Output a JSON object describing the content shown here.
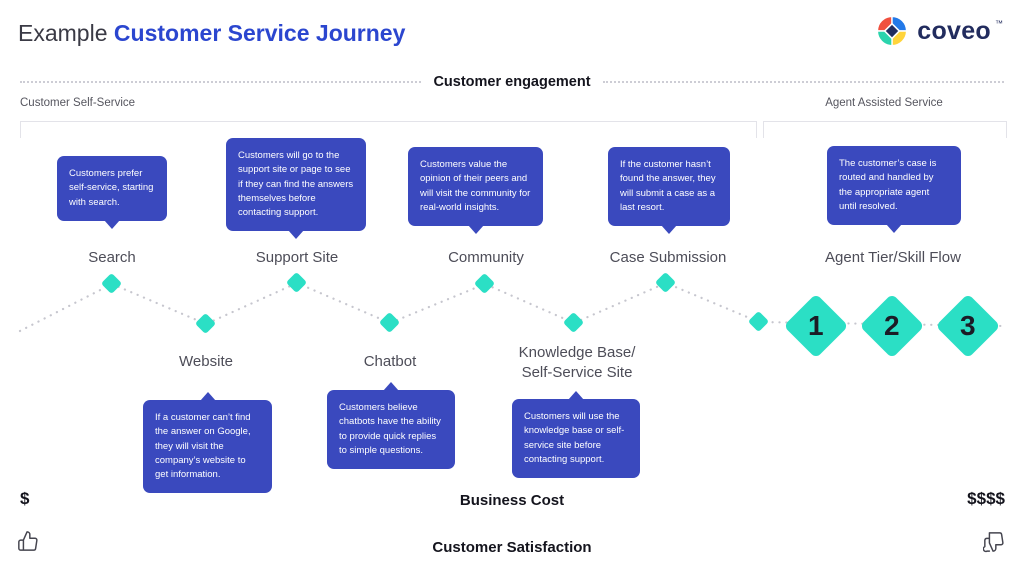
{
  "header": {
    "title_prefix": "Example",
    "title_main": "Customer Service Journey",
    "logo_text": "coveo",
    "logo_tm": "™"
  },
  "bands": {
    "engagement": "Customer engagement",
    "self_service": "Customer Self-Service",
    "agent_assisted": "Agent Assisted Service"
  },
  "journey": {
    "top_nodes": [
      {
        "label": "Search",
        "note": "Customers prefer self-service, starting with search."
      },
      {
        "label": "Support Site",
        "note": "Customers will go to the support site or page to see if they can find the answers themselves before contacting support."
      },
      {
        "label": "Community",
        "note": "Customers value the opinion of their peers and will visit the community for real-world insights."
      },
      {
        "label": "Case Submission",
        "note": "If the customer hasn’t found the answer, they will submit a case as a last resort."
      },
      {
        "label": "Agent Tier/Skill Flow",
        "note": "The customer’s case is routed and handled by the appropriate agent until resolved."
      }
    ],
    "bottom_nodes": [
      {
        "label": "Website",
        "note": "If a customer can’t find the answer on Google, they will visit the company’s website to get information."
      },
      {
        "label": "Chatbot",
        "note": "Customers believe chatbots have the ability to provide quick replies to simple questions."
      },
      {
        "label_line1": "Knowledge Base/",
        "label_line2": "Self-Service Site",
        "note": "Customers will use the knowledge base or self-service site before contacting support."
      }
    ],
    "tiers": [
      "1",
      "2",
      "3"
    ]
  },
  "footer": {
    "cost_low": "$",
    "cost_label": "Business Cost",
    "cost_high": "$$$$",
    "satisfaction_label": "Customer Satisfaction"
  },
  "icons": {
    "logo": "coveo-pinwheel-icon",
    "thumbs_up": "thumbs-up-icon",
    "thumbs_down": "thumbs-down-icon"
  },
  "colors": {
    "box_blue": "#3A49BE",
    "title_blue": "#2B46CF",
    "teal": "#2BDFC5",
    "navy": "#222C5E",
    "line_gray": "#CDCDD5",
    "gradient_red": "#E2574C",
    "logo_red": "#F0503F",
    "logo_blue": "#2379E8",
    "logo_yellow": "#FFD43B",
    "logo_teal": "#2BD4AD"
  }
}
